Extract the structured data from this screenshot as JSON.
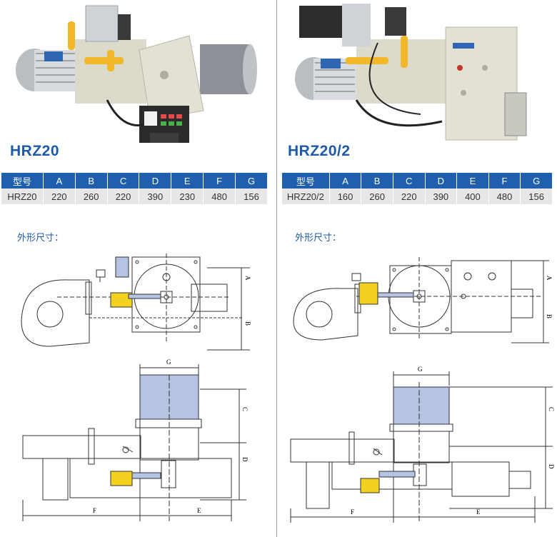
{
  "left": {
    "model": "HRZ20",
    "dim_label": "外形尺寸：",
    "table": {
      "headers": [
        "型号",
        "A",
        "B",
        "C",
        "D",
        "E",
        "F",
        "G"
      ],
      "row": [
        "HRZ20",
        "220",
        "260",
        "220",
        "390",
        "230",
        "480",
        "156"
      ]
    },
    "drawing_labels": {
      "A": "A",
      "B": "B",
      "C": "C",
      "D": "D",
      "E": "E",
      "F": "F",
      "G": "G"
    }
  },
  "right": {
    "model": "HRZ20/2",
    "dim_label": "外形尺寸：",
    "table": {
      "headers": [
        "型号",
        "A",
        "B",
        "C",
        "D",
        "E",
        "F",
        "G"
      ],
      "row": [
        "HRZ20/2",
        "160",
        "260",
        "220",
        "390",
        "400",
        "480",
        "156"
      ]
    },
    "drawing_labels": {
      "A": "A",
      "B": "B",
      "C": "C",
      "D": "D",
      "E": "E",
      "F": "F",
      "G": "G"
    }
  },
  "colors": {
    "table_header": "#1f5fae",
    "title": "#1d5aa8",
    "fill_blue": "#b7c3e2",
    "fill_yellow": "#f3d21f"
  },
  "icons": {
    "left_photo": "burner-photo-hrz20",
    "right_photo": "burner-photo-hrz20-2"
  }
}
